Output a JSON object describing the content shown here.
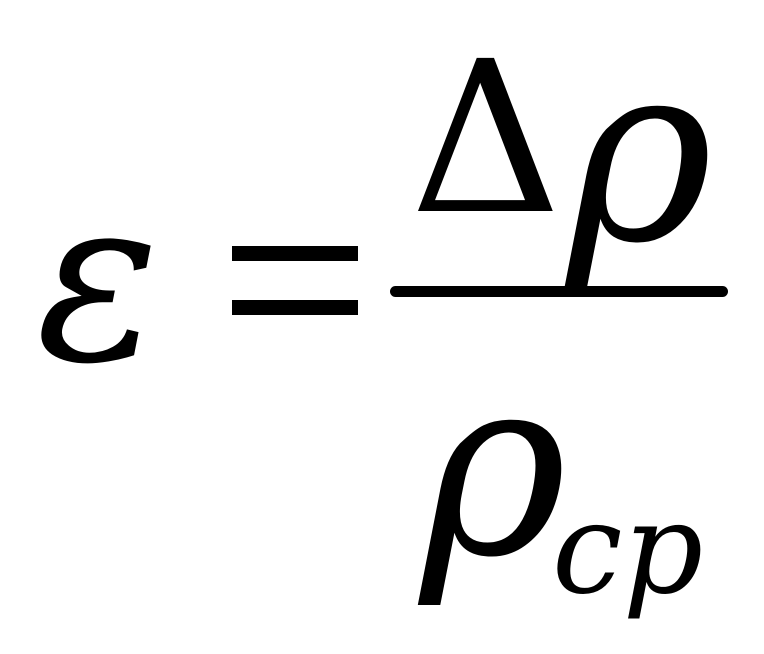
{
  "formula": {
    "lhs": "ε",
    "equals": "=",
    "numerator": {
      "delta": "Δ",
      "rho": "ρ"
    },
    "denominator": {
      "rho": "ρ",
      "subscript": "cp"
    }
  }
}
